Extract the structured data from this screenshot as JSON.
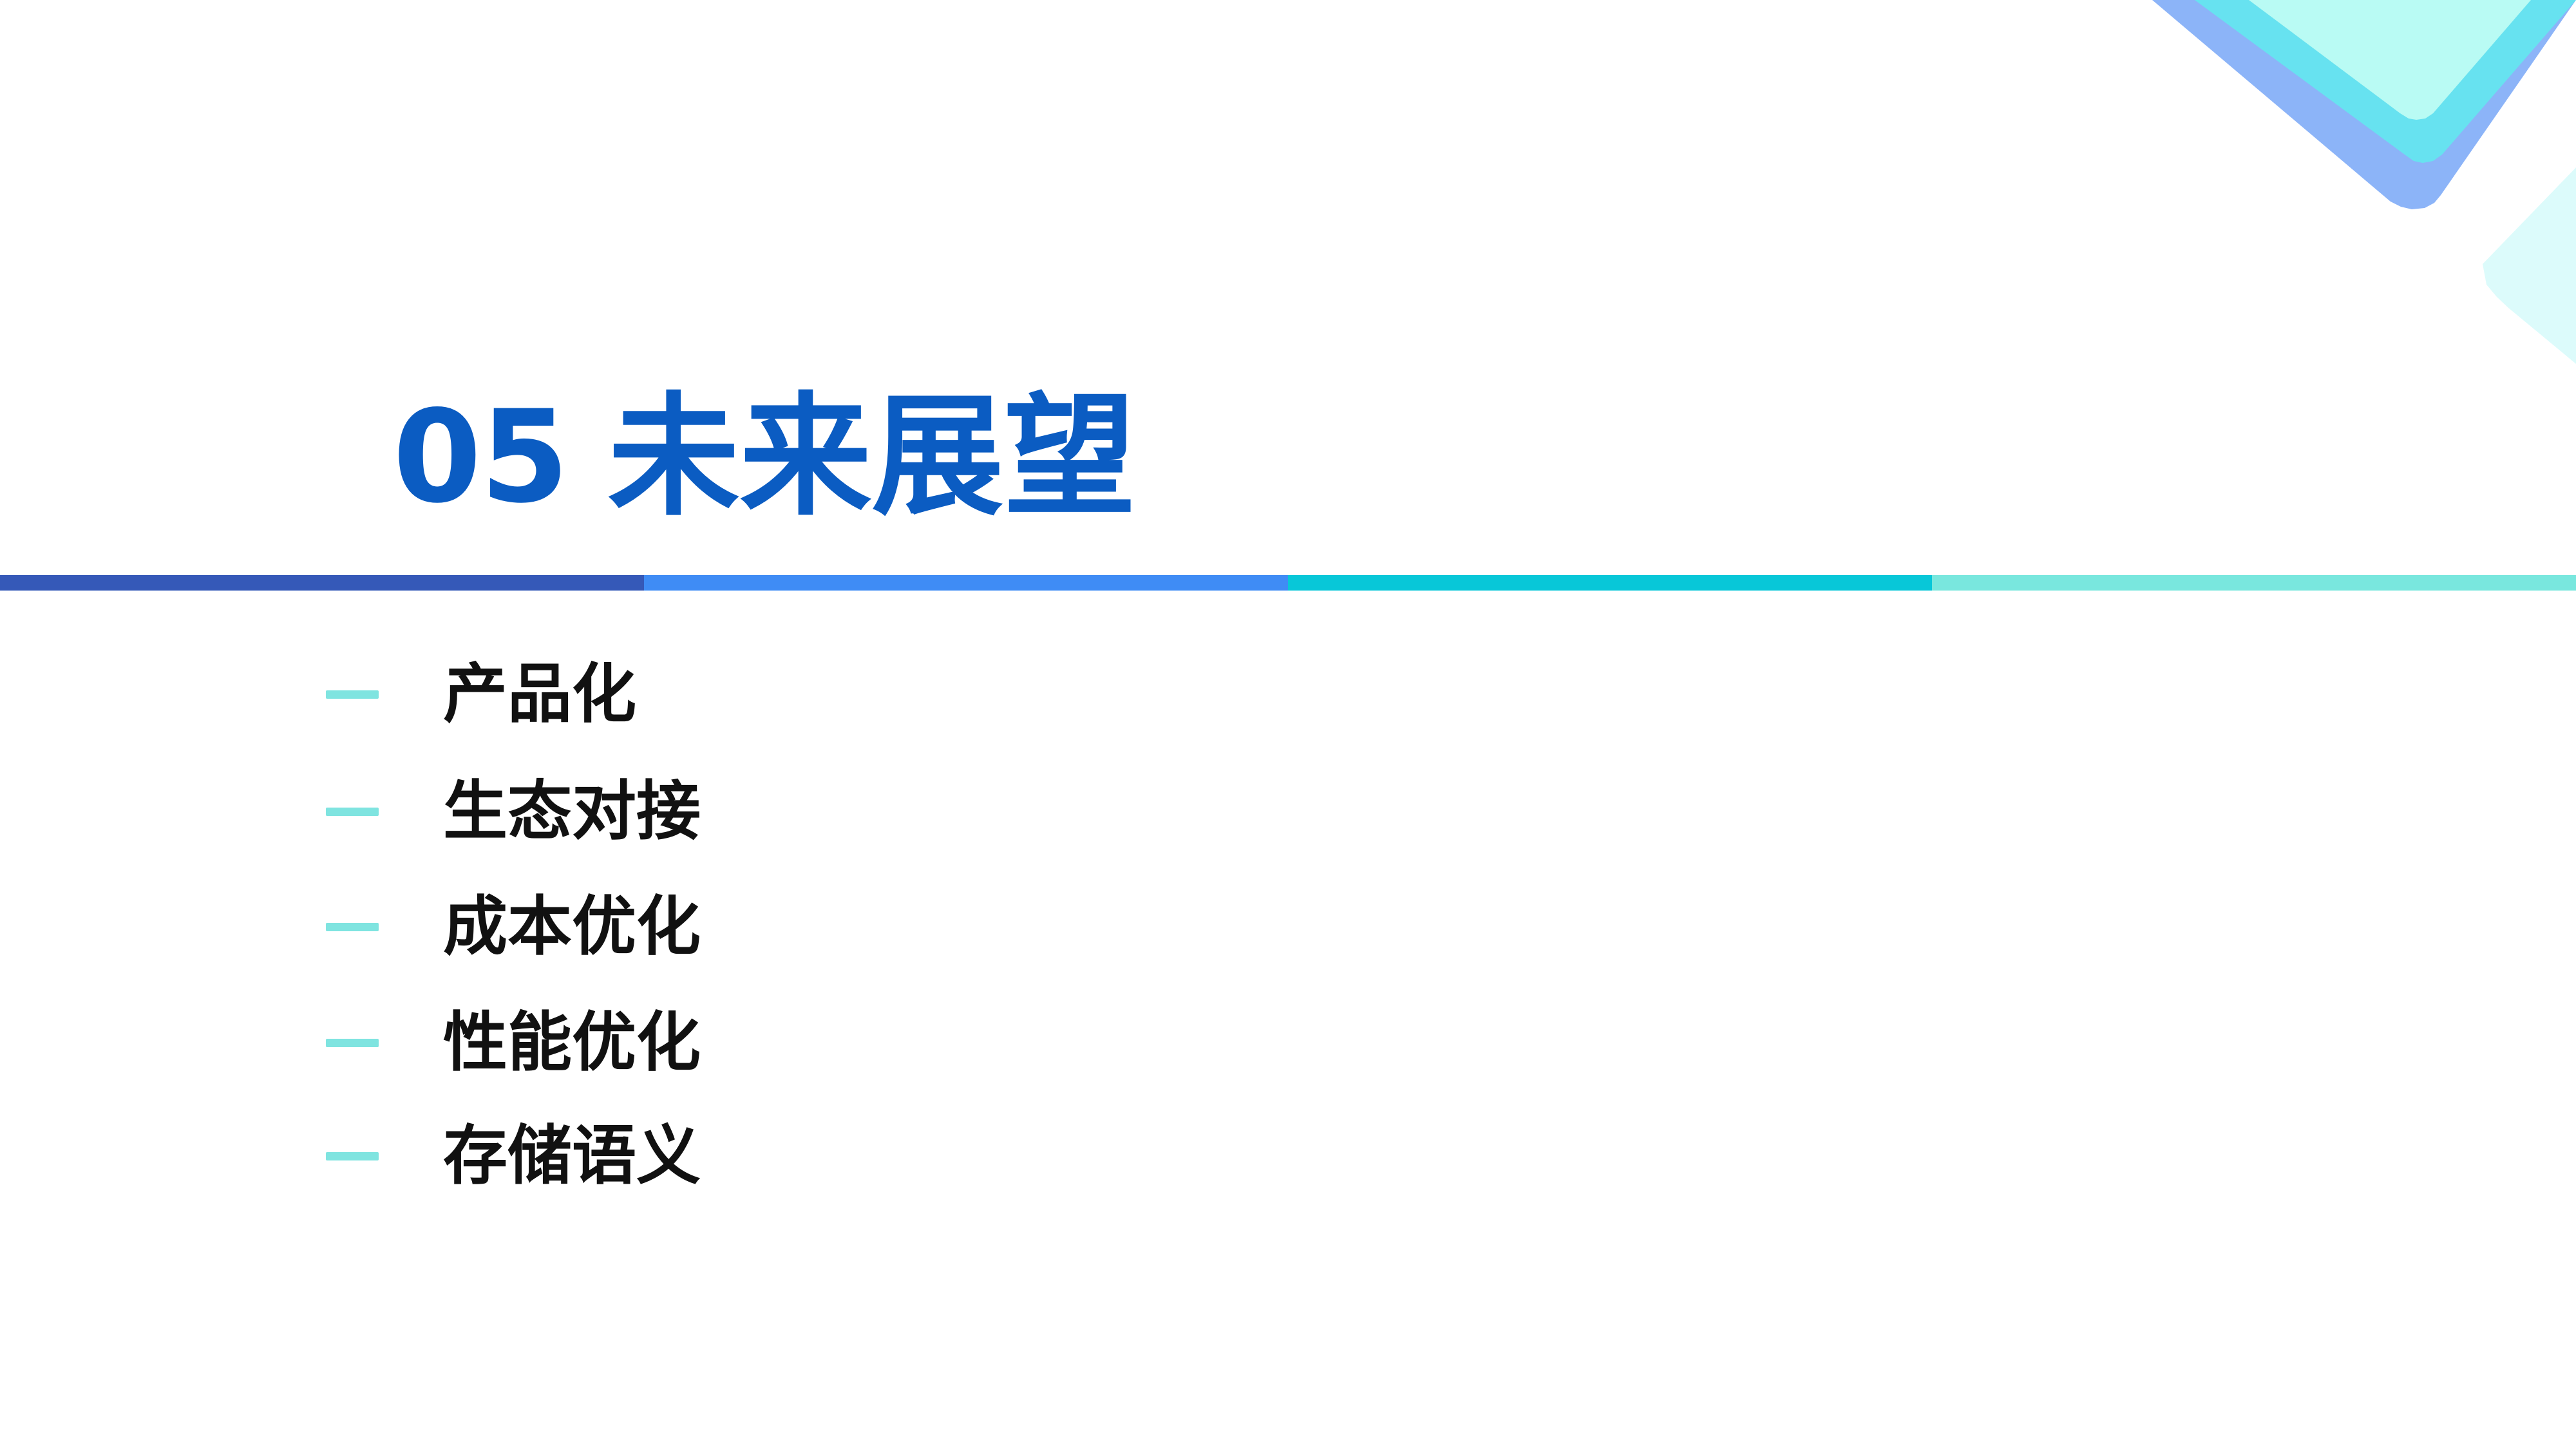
{
  "colors": {
    "title": "#0b5cc2",
    "item_text": "#111111",
    "dash": "#7fe4e0",
    "divider": [
      "#3559b8",
      "#3f8cf5",
      "#08c7d8",
      "#79e7de"
    ],
    "decor_outer": "#8cb4f8",
    "decor_mid": "#67e2f0",
    "decor_inner": "#b9fbf4",
    "decor_pale": "#dcfbfb"
  },
  "slide": {
    "title_number": "05",
    "title_text": "未来展望",
    "items": [
      {
        "label": "产品化"
      },
      {
        "label": "生态对接"
      },
      {
        "label": "成本优化"
      },
      {
        "label": "性能优化"
      },
      {
        "label": "存储语义"
      }
    ]
  }
}
